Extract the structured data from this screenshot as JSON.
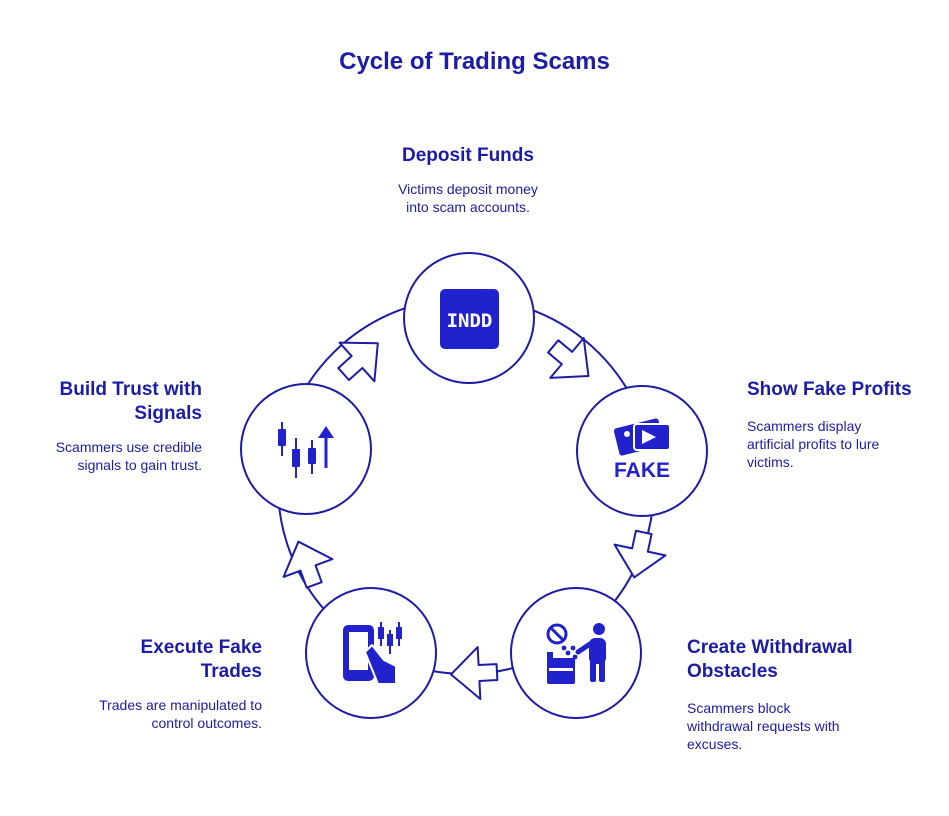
{
  "title": "Cycle of Trading Scams",
  "colors": {
    "primary": "#1c1ca6",
    "icon": "#2222cc",
    "background": "#ffffff"
  },
  "steps": [
    {
      "title": "Deposit Funds",
      "description": [
        "Victims deposit money",
        "into scam accounts."
      ],
      "icon": "indd-file-icon",
      "icon_text": "INDD"
    },
    {
      "title": "Show Fake Profits",
      "description": [
        "Scammers display",
        "artificial profits to lure",
        "victims."
      ],
      "icon": "fake-ticket-icon",
      "icon_text": "FAKE"
    },
    {
      "title": "Create Withdrawal Obstacles",
      "title_lines": [
        "Create Withdrawal",
        "Obstacles"
      ],
      "description": [
        "Scammers block",
        "withdrawal requests with",
        "excuses."
      ],
      "icon": "prohibited-person-icon"
    },
    {
      "title": "Execute Fake Trades",
      "title_lines": [
        "Execute Fake",
        "Trades"
      ],
      "description": [
        "Trades are manipulated to",
        "control outcomes."
      ],
      "icon": "mobile-trading-icon"
    },
    {
      "title": "Build Trust with Signals",
      "title_lines": [
        "Build Trust with",
        "Signals"
      ],
      "description": [
        "Scammers use credible",
        "signals to gain trust."
      ],
      "icon": "candlestick-chart-icon"
    }
  ]
}
